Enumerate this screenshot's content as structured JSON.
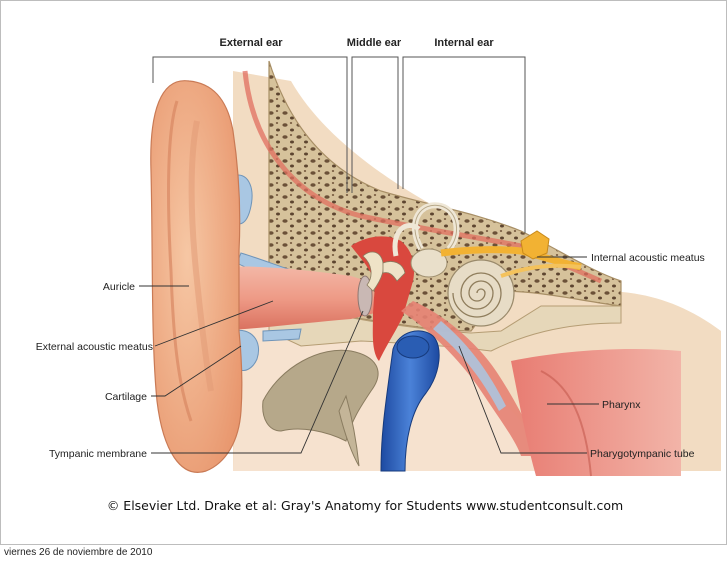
{
  "regions": {
    "external": "External ear",
    "middle": "Middle ear",
    "internal": "Internal ear"
  },
  "labels": {
    "auricle": "Auricle",
    "external_meatus": "External acoustic meatus",
    "cartilage": "Cartilage",
    "tympanic_membrane": "Tympanic membrane",
    "internal_meatus": "Internal acoustic meatus",
    "pharynx": "Pharynx",
    "pharyngotympanic_tube": "Pharygotympanic tube"
  },
  "caption": "© Elsevier Ltd. Drake et al: Gray's Anatomy for Students www.studentconsult.com",
  "footer": "viernes 26 de noviembre de 2010",
  "colors": {
    "skin": "#f3b48e",
    "bone": "#d9c6a0",
    "cartilage": "#a9c7e3",
    "membrane": "#e2786a",
    "artery": "#2f62b8",
    "nerve": "#f2b233"
  }
}
